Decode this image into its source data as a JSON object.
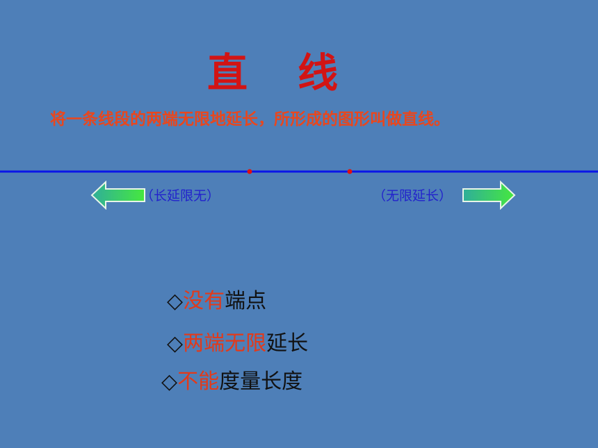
{
  "title": {
    "char1": "直",
    "char2": "线"
  },
  "definition": "将一条线段的两端无限地延长，所形成的图形叫做直线。",
  "left_label": "（长延限无）",
  "right_label": "（无限延长）",
  "properties": [
    {
      "bullet": "◇",
      "highlight": "没有",
      "rest": "端点"
    },
    {
      "bullet": "◇",
      "highlight": "两端无限",
      "rest": "延长"
    },
    {
      "bullet": "◇",
      "highlight": "不能",
      "rest": "度量长度"
    }
  ],
  "colors": {
    "background": "#4e7fb8",
    "title": "#d21414",
    "highlight": "#e23a1a",
    "line": "#0a16e8",
    "point": "#e01010"
  }
}
